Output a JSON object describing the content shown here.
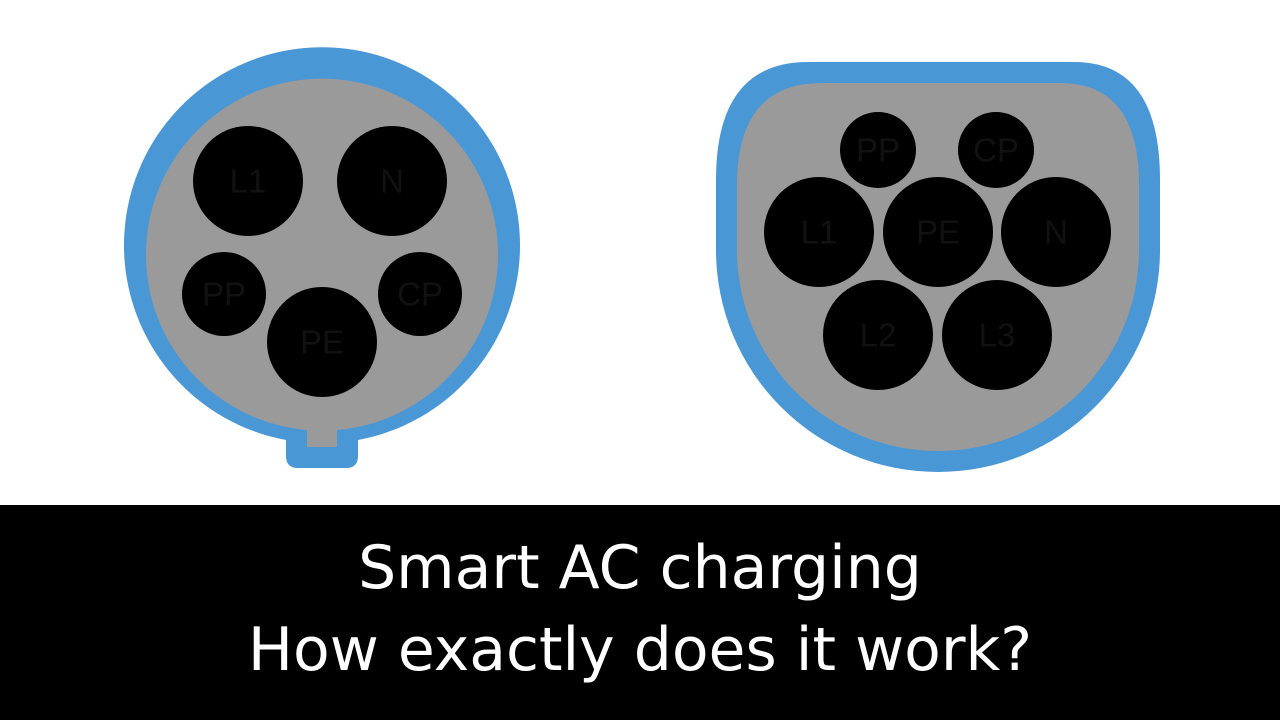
{
  "colors": {
    "housing_rim": "#4a97d6",
    "housing_face": "#9a9a9a",
    "phase_pin": "#f4ef2f",
    "phase_pin_center": "#e2c24a",
    "earth_pin": "#3c9a3a",
    "earth_pin_center": "#8a7a30",
    "signal_pin": "#ffffff",
    "signal_pin_center": "#f3d7b8",
    "caption_background": "#000000",
    "caption_text": "#ffffff"
  },
  "connectors": [
    {
      "name": "type-1-connector",
      "pins": [
        {
          "id": "l1",
          "label": "L1",
          "kind": "phase"
        },
        {
          "id": "n",
          "label": "N",
          "kind": "phase"
        },
        {
          "id": "pp",
          "label": "PP",
          "kind": "signal"
        },
        {
          "id": "cp",
          "label": "CP",
          "kind": "signal"
        },
        {
          "id": "pe",
          "label": "PE",
          "kind": "earth"
        }
      ]
    },
    {
      "name": "type-2-connector",
      "pins": [
        {
          "id": "pp",
          "label": "PP",
          "kind": "signal"
        },
        {
          "id": "cp",
          "label": "CP",
          "kind": "signal"
        },
        {
          "id": "l1",
          "label": "L1",
          "kind": "phase"
        },
        {
          "id": "pe",
          "label": "PE",
          "kind": "earth"
        },
        {
          "id": "n",
          "label": "N",
          "kind": "phase"
        },
        {
          "id": "l2",
          "label": "L2",
          "kind": "phase"
        },
        {
          "id": "l3",
          "label": "L3",
          "kind": "phase"
        }
      ]
    }
  ],
  "caption": {
    "line1": "Smart AC charging",
    "line2": "How exactly does it work?"
  }
}
